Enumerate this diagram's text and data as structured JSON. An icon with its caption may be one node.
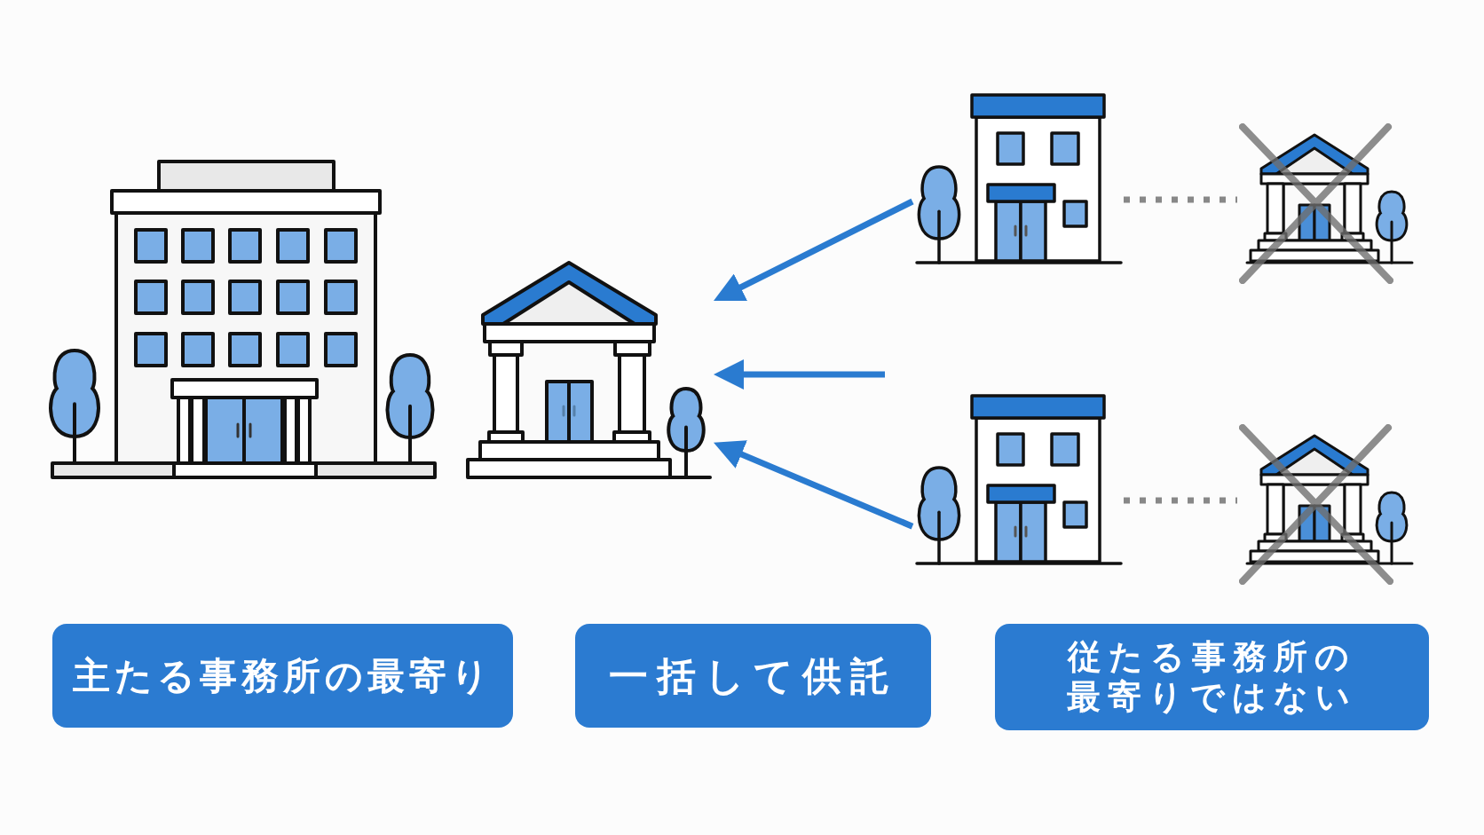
{
  "diagram": {
    "nodes": [
      {
        "text": [],
        "shape": "picture"
      },
      {
        "text": [],
        "shape": "picture"
      },
      {
        "text": [],
        "shape": "picture"
      },
      {
        "text": [],
        "shape": "picture"
      },
      {
        "text": [],
        "shape": "picture"
      },
      {
        "text": [],
        "shape": "picture"
      },
      {
        "text": [
          "主たる事務所の最寄り"
        ]
      },
      {
        "text": [
          "一括して供託"
        ]
      },
      {
        "text": [
          "従たる事務所の最寄りではない"
        ]
      }
    ],
    "edges": [
      {
        "from": 2,
        "to": 1,
        "arrow": "to"
      },
      {
        "from": null,
        "to": 1,
        "arrow": "to"
      },
      {
        "from": 4,
        "to": 1,
        "arrow": "to"
      },
      {
        "from": 2,
        "to": 3,
        "arrow": "none",
        "style": "dashed",
        "color": "#888888"
      },
      {
        "from": 4,
        "to": 5,
        "arrow": "none",
        "style": "dashed",
        "color": "#888888"
      }
    ]
  }
}
